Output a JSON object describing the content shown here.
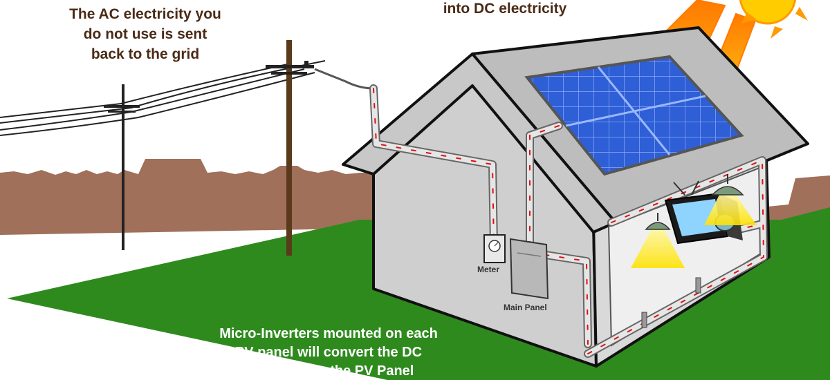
{
  "captions": {
    "grid_lines": [
      "The AC electricity you",
      "do not use is sent",
      "back to the grid"
    ],
    "dc_line": "into DC electricity",
    "inverter_lines": [
      "Micro-Inverters mounted on each",
      "PV panel will convert the DC",
      "voltage from the PV Panel"
    ]
  },
  "labels": {
    "meter": "Meter",
    "main_panel": "Main Panel"
  },
  "colors": {
    "sky": "#ffffff",
    "skyline": "#a0705a",
    "lawn": "#2f8a1e",
    "house_wall": "#cfcfcf",
    "roof": "#bdbdbd",
    "outline": "#111111",
    "solar_cell": "#2f5fd6",
    "conduit": "#d8d8d8",
    "flow_arrow": "#e01010",
    "sun": "#ffcc00",
    "sun_ray": "#ff8c1a",
    "lamp_light": "#ffee33",
    "grid_caption": "#4a2a16",
    "inverter_caption": "#ffffff"
  },
  "icons": [
    "sun-icon",
    "solar-panel-icon",
    "utility-pole-icon",
    "meter-icon",
    "main-panel-icon",
    "lamp-icon",
    "television-icon"
  ]
}
